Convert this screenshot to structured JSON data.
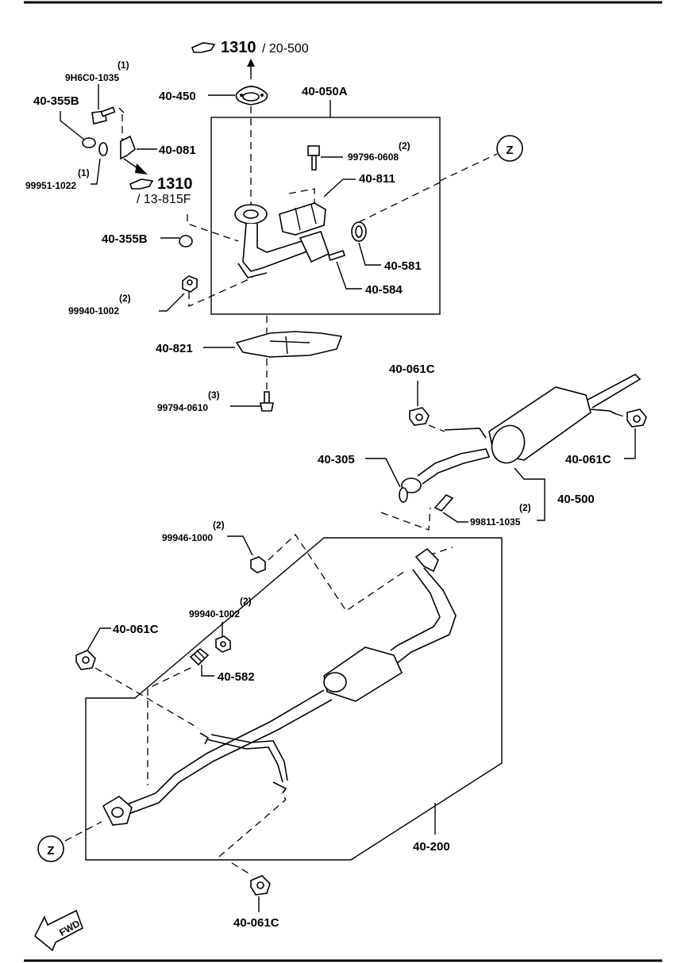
{
  "refs": {
    "ref_top_num": "1310",
    "ref_top_sub": "/ 20-500",
    "ref_mid_num": "1310",
    "ref_mid_sub": "/ 13-815F"
  },
  "labels": {
    "l_9h6c0_qty": "(1)",
    "l_9h6c0": "9H6C0-1035",
    "l_40_355b_a": "40-355B",
    "l_40_450": "40-450",
    "l_40_050a": "40-050A",
    "l_40_081": "40-081",
    "l_99951_qty": "(1)",
    "l_99951": "99951-1022",
    "l_99796_qty": "(2)",
    "l_99796": "99796-0608",
    "l_40_811": "40-811",
    "l_40_355b_b": "40-355B",
    "l_40_581": "40-581",
    "l_40_584": "40-584",
    "l_99940a_qty": "(2)",
    "l_99940a": "99940-1002",
    "l_40_821": "40-821",
    "l_99794_qty": "(3)",
    "l_99794": "99794-0610",
    "l_40_061c_a": "40-061C",
    "l_40_061c_b": "40-061C",
    "l_40_305": "40-305",
    "l_40_500": "40-500",
    "l_99811_qty": "(2)",
    "l_99811": "99811-1035",
    "l_99946_qty": "(2)",
    "l_99946": "99946-1000",
    "l_99940b_qty": "(2)",
    "l_99940b": "99940-1002",
    "l_40_061c_c": "40-061C",
    "l_40_582": "40-582",
    "l_40_200": "40-200",
    "l_40_061c_d": "40-061C",
    "z_top": "Z",
    "z_bottom": "Z",
    "fwd": "FWD"
  }
}
